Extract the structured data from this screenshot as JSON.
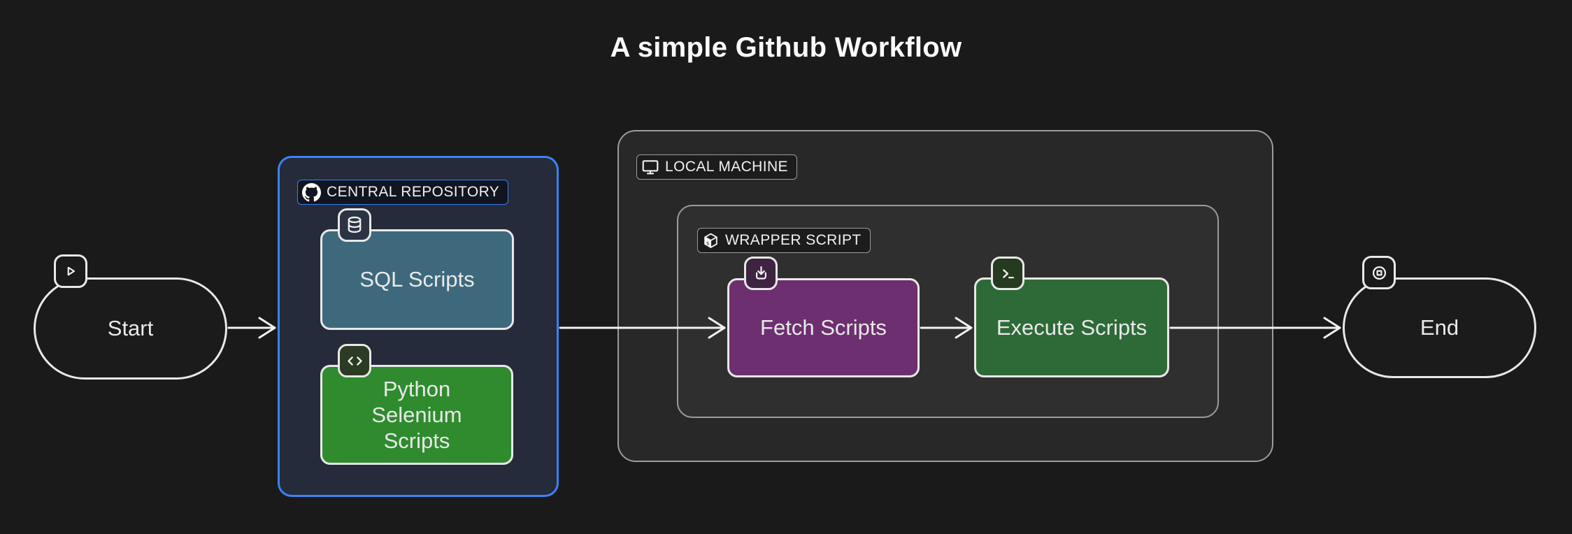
{
  "title": "A simple Github Workflow",
  "containers": {
    "central_repository": {
      "label": "CENTRAL REPOSITORY",
      "icon": "github-icon",
      "border_color": "#3b82f6",
      "fill": "#252b3a"
    },
    "local_machine": {
      "label": "LOCAL MACHINE",
      "icon": "monitor-icon",
      "border_color": "#9c9c9c",
      "fill": "#282828"
    },
    "wrapper_script": {
      "label": "WRAPPER SCRIPT",
      "icon": "package-icon",
      "border_color": "#9c9c9c",
      "fill": "#2f2f2f"
    }
  },
  "nodes": {
    "start": {
      "label": "Start",
      "icon": "play-icon",
      "fill": "#1b1b1b"
    },
    "sql_scripts": {
      "label": "SQL Scripts",
      "icon": "database-icon",
      "fill": "#3e697d"
    },
    "python_selenium_scripts": {
      "label": "Python Selenium Scripts",
      "icon": "code-icon",
      "fill": "#2f8b2e"
    },
    "fetch_scripts": {
      "label": "Fetch Scripts",
      "icon": "download-icon",
      "fill": "#6d2f70"
    },
    "execute_scripts": {
      "label": "Execute Scripts",
      "icon": "terminal-icon",
      "fill": "#2d6a38"
    },
    "end": {
      "label": "End",
      "icon": "stop-circle-icon",
      "fill": "#1b1b1b"
    }
  },
  "edges": [
    {
      "from": "start",
      "to": "central_repository"
    },
    {
      "from": "central_repository",
      "to": "fetch_scripts"
    },
    {
      "from": "fetch_scripts",
      "to": "execute_scripts"
    },
    {
      "from": "execute_scripts",
      "to": "end"
    }
  ],
  "colors": {
    "background": "#1a1a1a",
    "arrow": "#f2f2f2",
    "node_border": "#e8e8e8",
    "text": "#e9e9e9",
    "accent_blue": "#3b82f6"
  }
}
